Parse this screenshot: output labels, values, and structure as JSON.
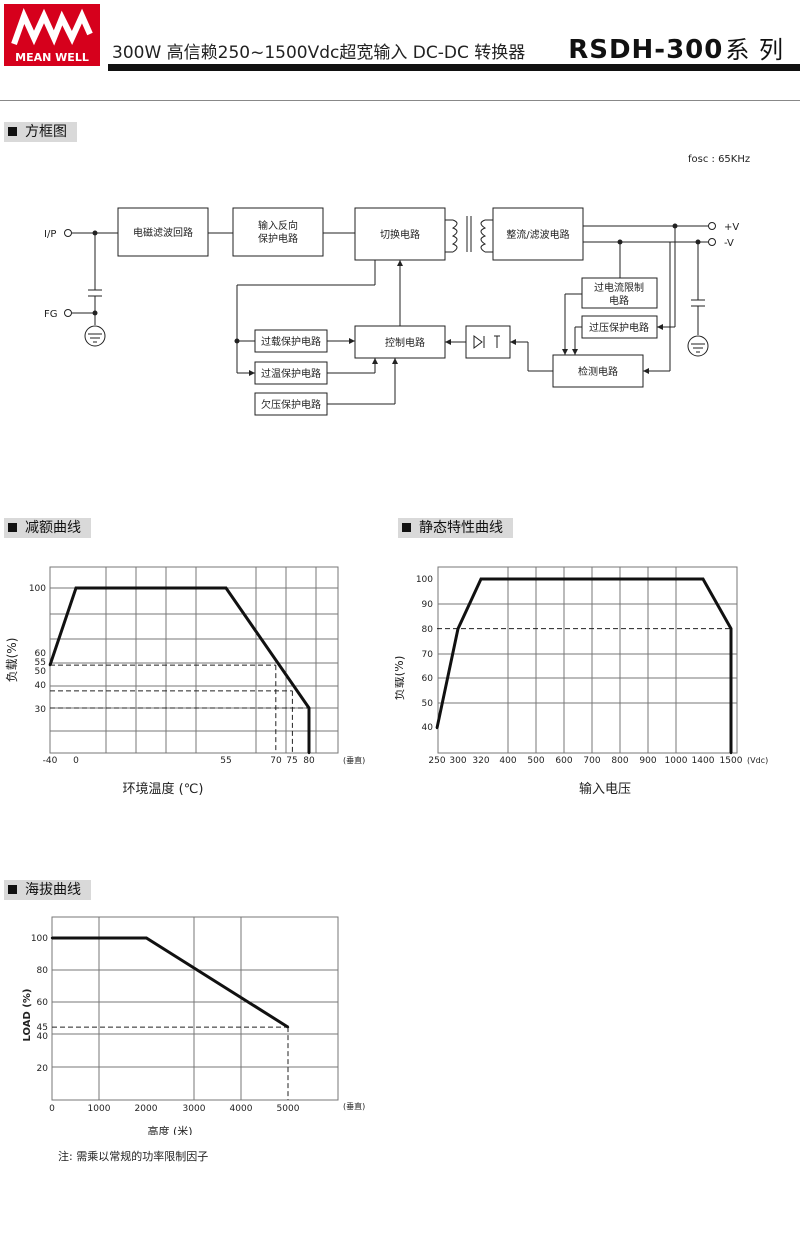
{
  "header": {
    "logo_text": "MEAN WELL",
    "title": "300W 高信赖250~1500Vdc超宽输入 DC-DC 转换器",
    "model": "RSDH-300",
    "series": "系 列"
  },
  "block_diagram": {
    "section_label": "方框图",
    "fosc": "fosc : 65KHz",
    "labels": {
      "ip": "I/P",
      "fg": "FG",
      "emi": "电磁滤波回路",
      "reverse_1": "输入反向",
      "reverse_2": "保护电路",
      "switching": "切换电路",
      "rectifier": "整流/滤波电路",
      "pos_v": "+V",
      "neg_v": "-V",
      "ocp_1": "过电流限制",
      "ocp_2": "电路",
      "ovp": "过压保护电路",
      "olp": "过载保护电路",
      "control": "控制电路",
      "otp": "过温保护电路",
      "detection": "检测电路",
      "uvp": "欠压保护电路"
    }
  },
  "derating": {
    "section_label": "减额曲线",
    "xlabel": "环境温度 (℃)",
    "ylabel": "负载(%)",
    "unit_note": "(垂直)",
    "x_ticks": [
      "-40",
      "0",
      "55",
      "70",
      "75",
      "80"
    ],
    "y_ticks": [
      "100",
      "60",
      "55",
      "50",
      "40",
      "30"
    ]
  },
  "static": {
    "section_label": "静态特性曲线",
    "xlabel": "输入电压",
    "ylabel": "负载(%)",
    "x_unit": "(Vdc)",
    "x_ticks": [
      "250",
      "300",
      "320",
      "400",
      "500",
      "600",
      "700",
      "800",
      "900",
      "1000",
      "1400",
      "1500"
    ],
    "y_ticks": [
      "100",
      "90",
      "80",
      "70",
      "60",
      "50",
      "40"
    ]
  },
  "altitude": {
    "section_label": "海拔曲线",
    "xlabel": "高度 (米)",
    "ylabel": "LOAD (%)",
    "unit_note": "(垂直)",
    "x_ticks": [
      "0",
      "1000",
      "2000",
      "3000",
      "4000",
      "5000"
    ],
    "y_ticks": [
      "100",
      "80",
      "60",
      "45",
      "40",
      "20"
    ],
    "note": "注: 需乘以常规的功率限制因子"
  },
  "chart_data": [
    {
      "type": "line",
      "title": "减额曲线",
      "xlabel": "环境温度 (℃)",
      "ylabel": "负载(%)",
      "x_tick_labels": [
        -40,
        0,
        55,
        70,
        75,
        80
      ],
      "y_tick_labels": [
        100,
        60,
        55,
        50,
        40,
        30
      ],
      "series": [
        {
          "x": [
            -40,
            0,
            55,
            80,
            80
          ],
          "y": [
            55,
            100,
            100,
            30,
            0
          ]
        }
      ],
      "reference_lines": [
        [
          -40,
          55,
          70,
          55
        ],
        [
          -40,
          40,
          75,
          40
        ],
        [
          -40,
          30,
          80,
          30
        ]
      ]
    },
    {
      "type": "line",
      "title": "静态特性曲线",
      "xlabel": "输入电压",
      "ylabel": "负载(%)",
      "x_tick_labels": [
        250,
        300,
        320,
        400,
        500,
        600,
        700,
        800,
        900,
        1000,
        1400,
        1500
      ],
      "y_tick_labels": [
        100,
        90,
        80,
        70,
        60,
        50,
        40
      ],
      "series": [
        {
          "x": [
            250,
            300,
            320,
            1400,
            1500,
            1500
          ],
          "y": [
            40,
            80,
            100,
            100,
            80,
            30
          ]
        }
      ],
      "reference_lines": [
        [
          250,
          80,
          1500,
          80
        ]
      ]
    },
    {
      "type": "line",
      "title": "海拔曲线",
      "xlabel": "高度 (米)",
      "ylabel": "LOAD (%)",
      "x_tick_labels": [
        0,
        1000,
        2000,
        3000,
        4000,
        5000
      ],
      "y_tick_labels": [
        100,
        80,
        60,
        45,
        40,
        20
      ],
      "series": [
        {
          "x": [
            0,
            2000,
            5000
          ],
          "y": [
            100,
            100,
            45
          ]
        }
      ],
      "reference_lines": [
        [
          0,
          45,
          5000,
          45
        ]
      ]
    }
  ]
}
